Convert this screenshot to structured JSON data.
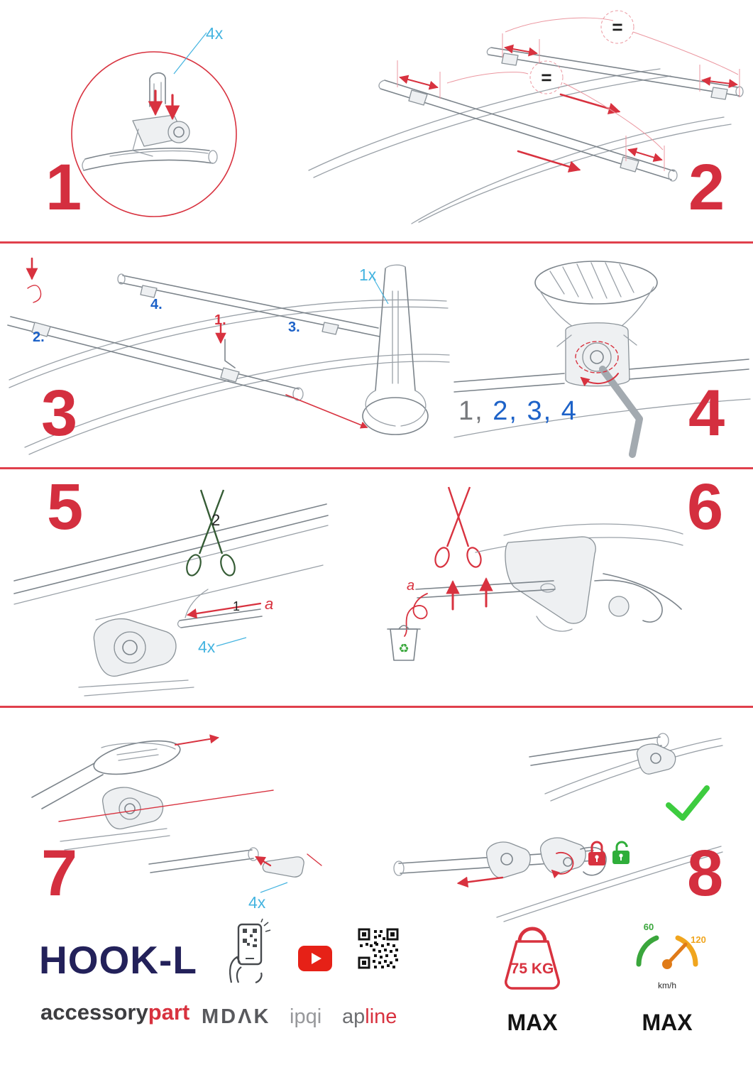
{
  "document": {
    "type": "roof-rack-assembly-instructions"
  },
  "steps": {
    "s1": {
      "number": "1",
      "qty": "4x"
    },
    "s2": {
      "number": "2",
      "eq1": "=",
      "eq2": "="
    },
    "s3": {
      "number": "3",
      "qty": "1x",
      "sub1": "1.",
      "sub2": "2.",
      "sub3": "3.",
      "sub4": "4."
    },
    "s4": {
      "number": "4",
      "seq_first": "1,",
      "seq_rest": " 2, 3, 4"
    },
    "s5": {
      "number": "5",
      "qty": "4x",
      "sub1": "1",
      "sub2": "2",
      "part": "a"
    },
    "s6": {
      "number": "6",
      "part": "a"
    },
    "s7": {
      "number": "7",
      "qty": "4x"
    },
    "s8": {
      "number": "8"
    }
  },
  "footer": {
    "product": "HOOK-L",
    "brand_left": "accessory",
    "brand_right": "part",
    "logo_mdak": "MDΛK",
    "logo_ipqi": "ipqi",
    "logo_ap": "ap",
    "logo_line": "line",
    "weight_value": "75 KG",
    "weight_max": "MAX",
    "speed_low": "60",
    "speed_high": "120",
    "speed_unit": "km/h",
    "speed_max": "MAX"
  },
  "icons": {
    "recycle": "♻"
  },
  "colors": {
    "step_red": "#d42f3f",
    "label_cyan": "#45b4e0",
    "label_blue": "#1d62c8",
    "ok_green": "#3dcc3f",
    "lock_red": "#d8323f",
    "lock_green": "#2fae3a",
    "navy": "#23215a"
  }
}
